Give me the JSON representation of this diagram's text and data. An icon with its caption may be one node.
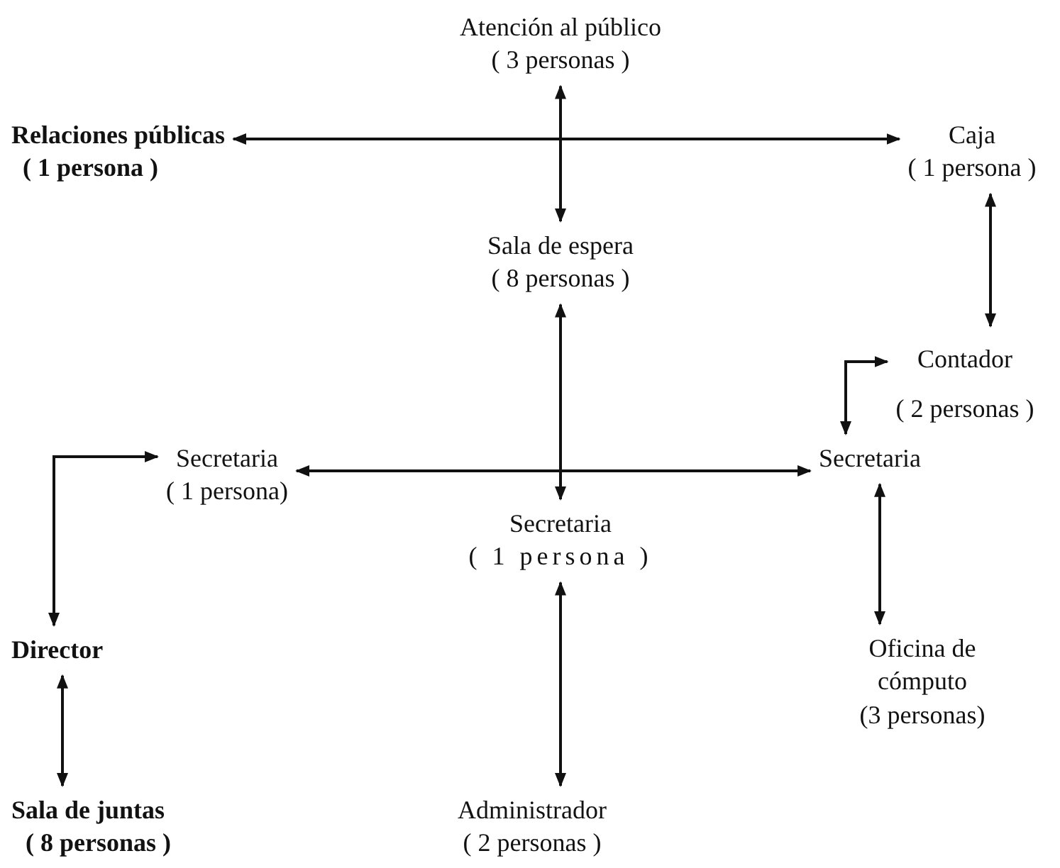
{
  "diagram": {
    "nodes": [
      {
        "text": [
          "Atención al público",
          "( 3 personas )"
        ]
      },
      {
        "text": [
          "Relaciones públicas",
          "( 1 persona )"
        ]
      },
      {
        "text": [
          "Caja",
          "( 1 persona )"
        ]
      },
      {
        "text": [
          "Sala de espera",
          "( 8 personas )"
        ]
      },
      {
        "text": [
          "Contador",
          "( 2 personas )"
        ]
      },
      {
        "text": [
          "Secretaria",
          "( 1 persona)"
        ]
      },
      {
        "text": [
          "Secretaria"
        ]
      },
      {
        "text": [
          "Secretaria",
          "( 1 persona )"
        ]
      },
      {
        "text": [
          "Director"
        ]
      },
      {
        "text": [
          "Oficina de cómputo",
          "(3 personas)"
        ]
      },
      {
        "text": [
          "Sala de juntas",
          "( 8 personas )"
        ]
      },
      {
        "text": [
          "Administrador",
          "( 2 personas )"
        ]
      }
    ],
    "edges": [
      {
        "from": 1,
        "to": 2,
        "arrow": "both"
      },
      {
        "from": 0,
        "to": 3,
        "arrow": "both"
      },
      {
        "from": 2,
        "to": 4,
        "arrow": "both"
      },
      {
        "from": 4,
        "to": 6,
        "arrow": "both"
      },
      {
        "from": 3,
        "to": 7,
        "arrow": "both"
      },
      {
        "from": 5,
        "to": 6,
        "arrow": "both"
      },
      {
        "from": 5,
        "to": 8,
        "arrow": "both"
      },
      {
        "from": 6,
        "to": 9,
        "arrow": "both"
      },
      {
        "from": 8,
        "to": 10,
        "arrow": "both"
      },
      {
        "from": 7,
        "to": 11,
        "arrow": "both"
      }
    ]
  }
}
